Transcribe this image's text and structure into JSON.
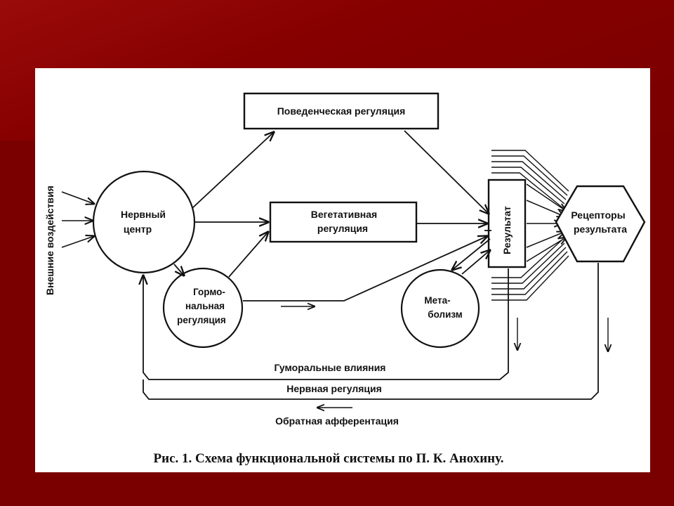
{
  "diagram": {
    "external": "Внешние воздействия",
    "nerve_center": [
      "Нервный",
      "центр"
    ],
    "behavioral": "Поведенческая регуляция",
    "vegetative": [
      "Вегетативная",
      "регуляция"
    ],
    "hormonal": [
      "Гормо-",
      "нальная",
      "регуляция"
    ],
    "metabolism": [
      "Мета-",
      "болизм"
    ],
    "result": "Результат",
    "receptors": [
      "Рецепторы",
      "результата"
    ],
    "humoral": "Гуморальные влияния",
    "nervous_reg": "Нервная регуляция",
    "feedback": "Обратная афферентация",
    "caption": "Рис. 1. Схема функциональной системы по П. К. Анохину."
  }
}
